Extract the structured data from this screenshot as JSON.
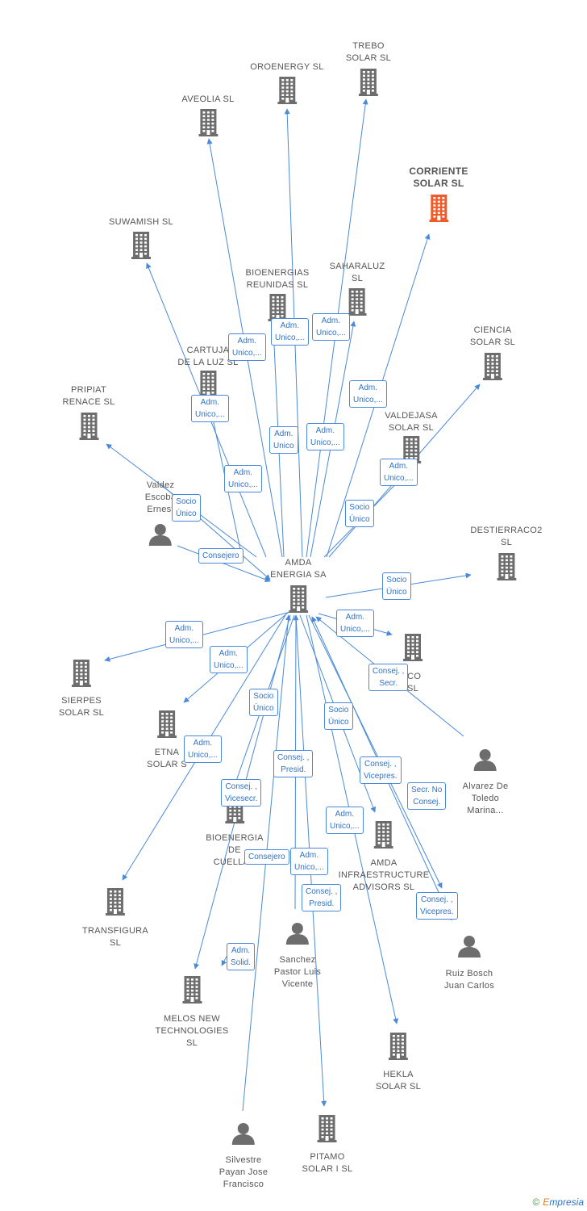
{
  "colors": {
    "edge": "#4a8ad8",
    "building": "#6d6d6d",
    "highlight": "#f05a28",
    "person": "#6d6d6d",
    "label": "#555555"
  },
  "nodes": [
    {
      "id": "amda",
      "label": "AMDA\nENERGIA SA",
      "kind": "company"
    },
    {
      "id": "oroenergy",
      "label": "OROENERGY SL",
      "kind": "company"
    },
    {
      "id": "trebo",
      "label": "TREBO\nSOLAR SL",
      "kind": "company"
    },
    {
      "id": "aveolia",
      "label": "AVEOLIA SL",
      "kind": "company"
    },
    {
      "id": "corriente",
      "label": "CORRIENTE\nSOLAR SL",
      "kind": "company",
      "highlight": true
    },
    {
      "id": "suwamish",
      "label": "SUWAMISH SL",
      "kind": "company"
    },
    {
      "id": "bioreunidas",
      "label": "BIOENERGIAS\nREUNIDAS SL",
      "kind": "company"
    },
    {
      "id": "saharaluz",
      "label": "SAHARALUZ\nSL",
      "kind": "company"
    },
    {
      "id": "ciencia",
      "label": "CIENCIA\nSOLAR SL",
      "kind": "company"
    },
    {
      "id": "cartuja",
      "label": "CARTUJA\nDE LA LUZ SL",
      "kind": "company"
    },
    {
      "id": "pripiat",
      "label": "PRIPIAT\nRENACE SL",
      "kind": "company"
    },
    {
      "id": "valdejasa",
      "label": "VALDEJASA\nSOLAR SL",
      "kind": "company"
    },
    {
      "id": "valdez",
      "label": "Valdez\nEscoba\nErnest",
      "kind": "person"
    },
    {
      "id": "destierraco",
      "label": "DESTIERRACO2\nSL",
      "kind": "company"
    },
    {
      "id": "mico",
      "label": "ICO\nSL",
      "kind": "company"
    },
    {
      "id": "sierpes",
      "label": "SIERPES\nSOLAR SL",
      "kind": "company"
    },
    {
      "id": "etna",
      "label": "ETNA\nSOLAR S",
      "kind": "company"
    },
    {
      "id": "alvarez",
      "label": "Alvarez De\nToledo\nMarina...",
      "kind": "person"
    },
    {
      "id": "biocuellar",
      "label": "BIOENERGIA\nDE\nCUELLAR",
      "kind": "company"
    },
    {
      "id": "amdainfra",
      "label": "AMDA\nINFRAESTRUCTURE\nADVISORS SL",
      "kind": "company"
    },
    {
      "id": "transfigura",
      "label": "TRANSFIGURA\nSL",
      "kind": "company"
    },
    {
      "id": "sanchez",
      "label": "Sanchez\nPastor Luis\nVicente",
      "kind": "person"
    },
    {
      "id": "ruiz",
      "label": "Ruiz Bosch\nJuan Carlos",
      "kind": "person"
    },
    {
      "id": "melos",
      "label": "MELOS NEW\nTECHNOLOGIES\nSL",
      "kind": "company"
    },
    {
      "id": "hekla",
      "label": "HEKLA\nSOLAR SL",
      "kind": "company"
    },
    {
      "id": "silvestre",
      "label": "Silvestre\nPayan Jose\nFrancisco",
      "kind": "person"
    },
    {
      "id": "pitamo",
      "label": "PITAMO\nSOLAR I SL",
      "kind": "company"
    }
  ],
  "edge_labels": [
    {
      "id": "el1",
      "text": "Adm.\nUnico,..."
    },
    {
      "id": "el2",
      "text": "Adm.\nUnico,..."
    },
    {
      "id": "el3",
      "text": "Adm.\nUnico,..."
    },
    {
      "id": "el4",
      "text": "Adm.\nUnico,..."
    },
    {
      "id": "el5",
      "text": "Adm.\nUnico,..."
    },
    {
      "id": "el6",
      "text": "Adm.\nUnico"
    },
    {
      "id": "el7",
      "text": "Adm.\nUnico,..."
    },
    {
      "id": "el8",
      "text": "Adm.\nUnico,..."
    },
    {
      "id": "el9",
      "text": "Adm.\nUnico,..."
    },
    {
      "id": "el10",
      "text": "Socio\nÚnico"
    },
    {
      "id": "el11",
      "text": "Socio\nÚnico"
    },
    {
      "id": "el12",
      "text": "Consejero"
    },
    {
      "id": "el13",
      "text": "Socio\nÚnico"
    },
    {
      "id": "el14",
      "text": "Adm.\nUnico,..."
    },
    {
      "id": "el15",
      "text": "Adm.\nUnico,..."
    },
    {
      "id": "el16",
      "text": "Adm.\nUnico,..."
    },
    {
      "id": "el17",
      "text": "Consej. ,\nSecr."
    },
    {
      "id": "el18",
      "text": "Socio\nÚnico"
    },
    {
      "id": "el19",
      "text": "Socio\nÚnico"
    },
    {
      "id": "el20",
      "text": "Adm.\nUnico,..."
    },
    {
      "id": "el21",
      "text": "Consej. ,\nPresid."
    },
    {
      "id": "el22",
      "text": "Consej. ,\nVicepres."
    },
    {
      "id": "el23",
      "text": "Consej. ,\nVicesecr."
    },
    {
      "id": "el24",
      "text": "Secr. No\nConsej."
    },
    {
      "id": "el25",
      "text": "Adm.\nUnico,..."
    },
    {
      "id": "el26",
      "text": "Consejero"
    },
    {
      "id": "el27",
      "text": "Adm.\nUnico,..."
    },
    {
      "id": "el28",
      "text": "Consej. ,\nPresid."
    },
    {
      "id": "el29",
      "text": "Consej. ,\nVicepres."
    },
    {
      "id": "el30",
      "text": "Adm.\nSolid."
    }
  ],
  "credit": {
    "symbol": "©",
    "brand_first": "E",
    "brand_rest": "mpresia"
  }
}
